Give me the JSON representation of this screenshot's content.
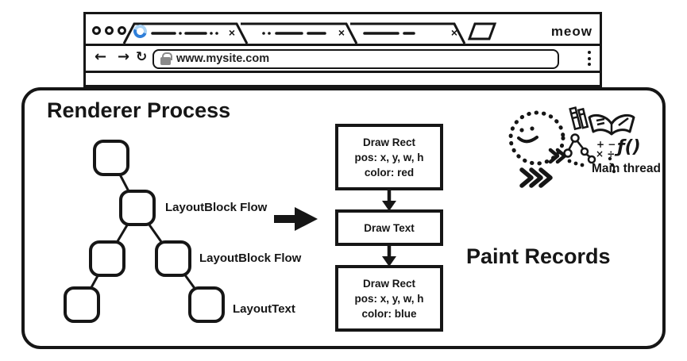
{
  "browser": {
    "brand": "meow",
    "url": "www.mysite.com",
    "nav": {
      "back_icon": "←",
      "forward_icon": "→",
      "reload_icon": "↻",
      "menu_icon": "⋮"
    },
    "tabs": [
      {
        "close_label": "×",
        "loading": true
      },
      {
        "close_label": "×",
        "loading": false
      },
      {
        "close_label": "×",
        "loading": false
      }
    ]
  },
  "panel": {
    "title": "Renderer Process",
    "tree_labels": [
      "LayoutBlock Flow",
      "LayoutBlock Flow",
      "LayoutText"
    ],
    "paint": {
      "heading": "Paint Records",
      "records": [
        {
          "lines": [
            "Draw Rect",
            "pos: x, y, w, h",
            "color: red"
          ]
        },
        {
          "lines": [
            "Draw Text"
          ]
        },
        {
          "lines": [
            "Draw Rect",
            "pos: x, y, w, h",
            "color: blue"
          ]
        }
      ]
    },
    "main_thread_label": "Main thread"
  },
  "doodles": {
    "function_label": "ƒ()",
    "math_plus_minus": "+ −",
    "math_times_div": "× ÷"
  },
  "colors": {
    "ink": "#161616",
    "spinner_dark": "#2f7fd9",
    "spinner_light": "#a9d2f4",
    "lock_grey": "#8a8a8a"
  }
}
